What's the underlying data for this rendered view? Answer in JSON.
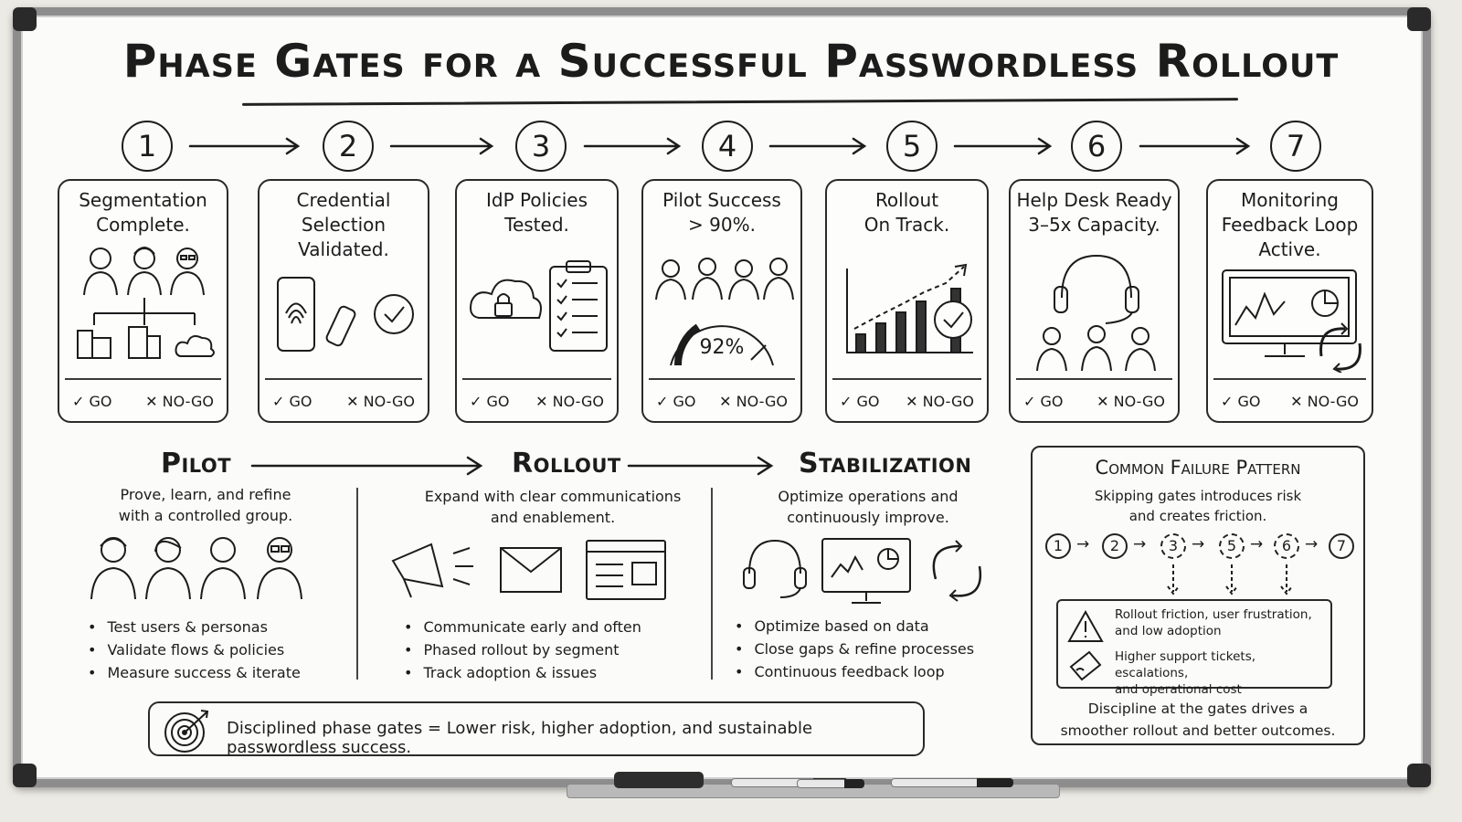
{
  "title": "Phase Gates for a Successful Passwordless Rollout",
  "gates": [
    {
      "number": "1",
      "title": "Segmentation\nComplete.",
      "go": "✓ GO",
      "nogo": "✕ NO-GO"
    },
    {
      "number": "2",
      "title": "Credential\nSelection\nValidated.",
      "go": "✓ GO",
      "nogo": "✕ NO-GO"
    },
    {
      "number": "3",
      "title": "IdP Policies\nTested.",
      "go": "✓ GO",
      "nogo": "✕ NO-GO"
    },
    {
      "number": "4",
      "title": "Pilot Success\n> 90%.",
      "go": "✓ GO",
      "nogo": "✕ NO-GO",
      "gauge_label": "92%"
    },
    {
      "number": "5",
      "title": "Rollout\nOn Track.",
      "go": "✓ GO",
      "nogo": "✕ NO-GO"
    },
    {
      "number": "6",
      "title": "Help Desk Ready\n3–5x Capacity.",
      "go": "✓ GO",
      "nogo": "✕ NO-GO"
    },
    {
      "number": "7",
      "title": "Monitoring\nFeedback Loop\nActive.",
      "go": "✓ GO",
      "nogo": "✕ NO-GO"
    }
  ],
  "phases": {
    "pilot": {
      "title": "Pilot",
      "description": "Prove, learn, and refine\nwith a controlled group.",
      "bullets": [
        "Test users & personas",
        "Validate flows & policies",
        "Measure success & iterate"
      ]
    },
    "rollout": {
      "title": "Rollout",
      "description": "Expand with clear communications\nand enablement.",
      "bullets": [
        "Communicate early and often",
        "Phased rollout by segment",
        "Track adoption & issues"
      ]
    },
    "stabilization": {
      "title": "Stabilization",
      "description": "Optimize operations and\ncontinuously improve.",
      "bullets": [
        "Optimize based on data",
        "Close gaps & refine processes",
        "Continuous feedback loop"
      ]
    }
  },
  "summary": "Disciplined phase gates = Lower risk, higher adoption, and sustainable passwordless success.",
  "failure_pattern": {
    "title": "Common Failure Pattern",
    "description": "Skipping gates introduces risk\nand creates friction.",
    "sequence": [
      "1",
      "2",
      "3",
      "5",
      "6",
      "7"
    ],
    "skipped": [
      "3",
      "5",
      "6"
    ],
    "consequences": [
      {
        "icon": "warning-icon",
        "text": "Rollout friction, user frustration,\nand low adoption"
      },
      {
        "icon": "ticket-icon",
        "text": "Higher support tickets, escalations,\nand operational cost"
      }
    ],
    "footer": "Discipline at the gates drives a\nsmoother rollout and better outcomes."
  }
}
